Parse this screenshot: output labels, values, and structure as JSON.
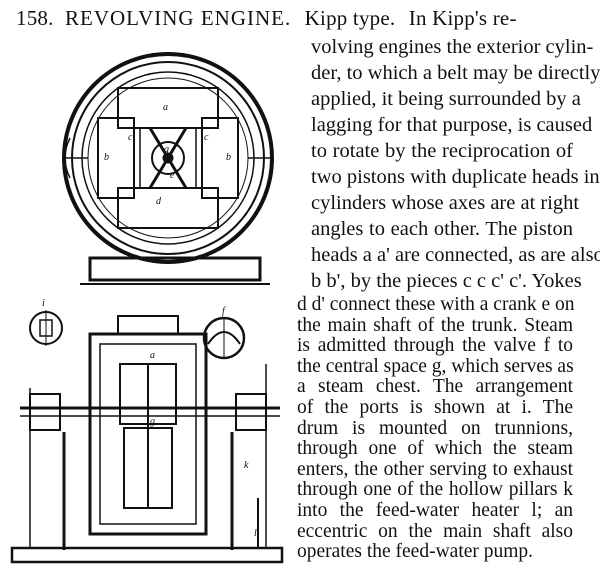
{
  "article": {
    "number": "158.",
    "title": "REVOLVING ENGINE.",
    "subtitle": "Kipp type.",
    "first_line_tail": "In Kipp's re-",
    "lines": [
      "volving engines the exterior cylin-",
      "der, to which a belt may be directly",
      "applied, it being surrounded by a",
      "lagging for that purpose, is caused",
      "to rotate by the reciprocation of",
      "two pistons with duplicate heads in",
      "cylinders whose axes are at right",
      "angles to each other. The piston",
      "heads a a' are connected, as are also",
      "b b', by the pieces c c c' c'. Yokes",
      "d d' connect these with a crank e on",
      "the main shaft of the trunk. Steam",
      "is admitted through the valve f to",
      "the central space g, which serves as",
      "a steam chest. The arrangement",
      "of the ports is shown at i. The",
      "drum is mounted on trunnions,",
      "through one of which the steam",
      "enters, the other serving to exhaust",
      "through one of the hollow pillars k",
      "into the feed-water heater l; an",
      "eccentric on the main shaft also",
      "operates the feed-water pump."
    ]
  },
  "figure": {
    "labels": [
      "a",
      "b",
      "b",
      "c",
      "c",
      "g",
      "e",
      "d",
      "f",
      "a",
      "g",
      "i",
      "k",
      "l"
    ]
  }
}
